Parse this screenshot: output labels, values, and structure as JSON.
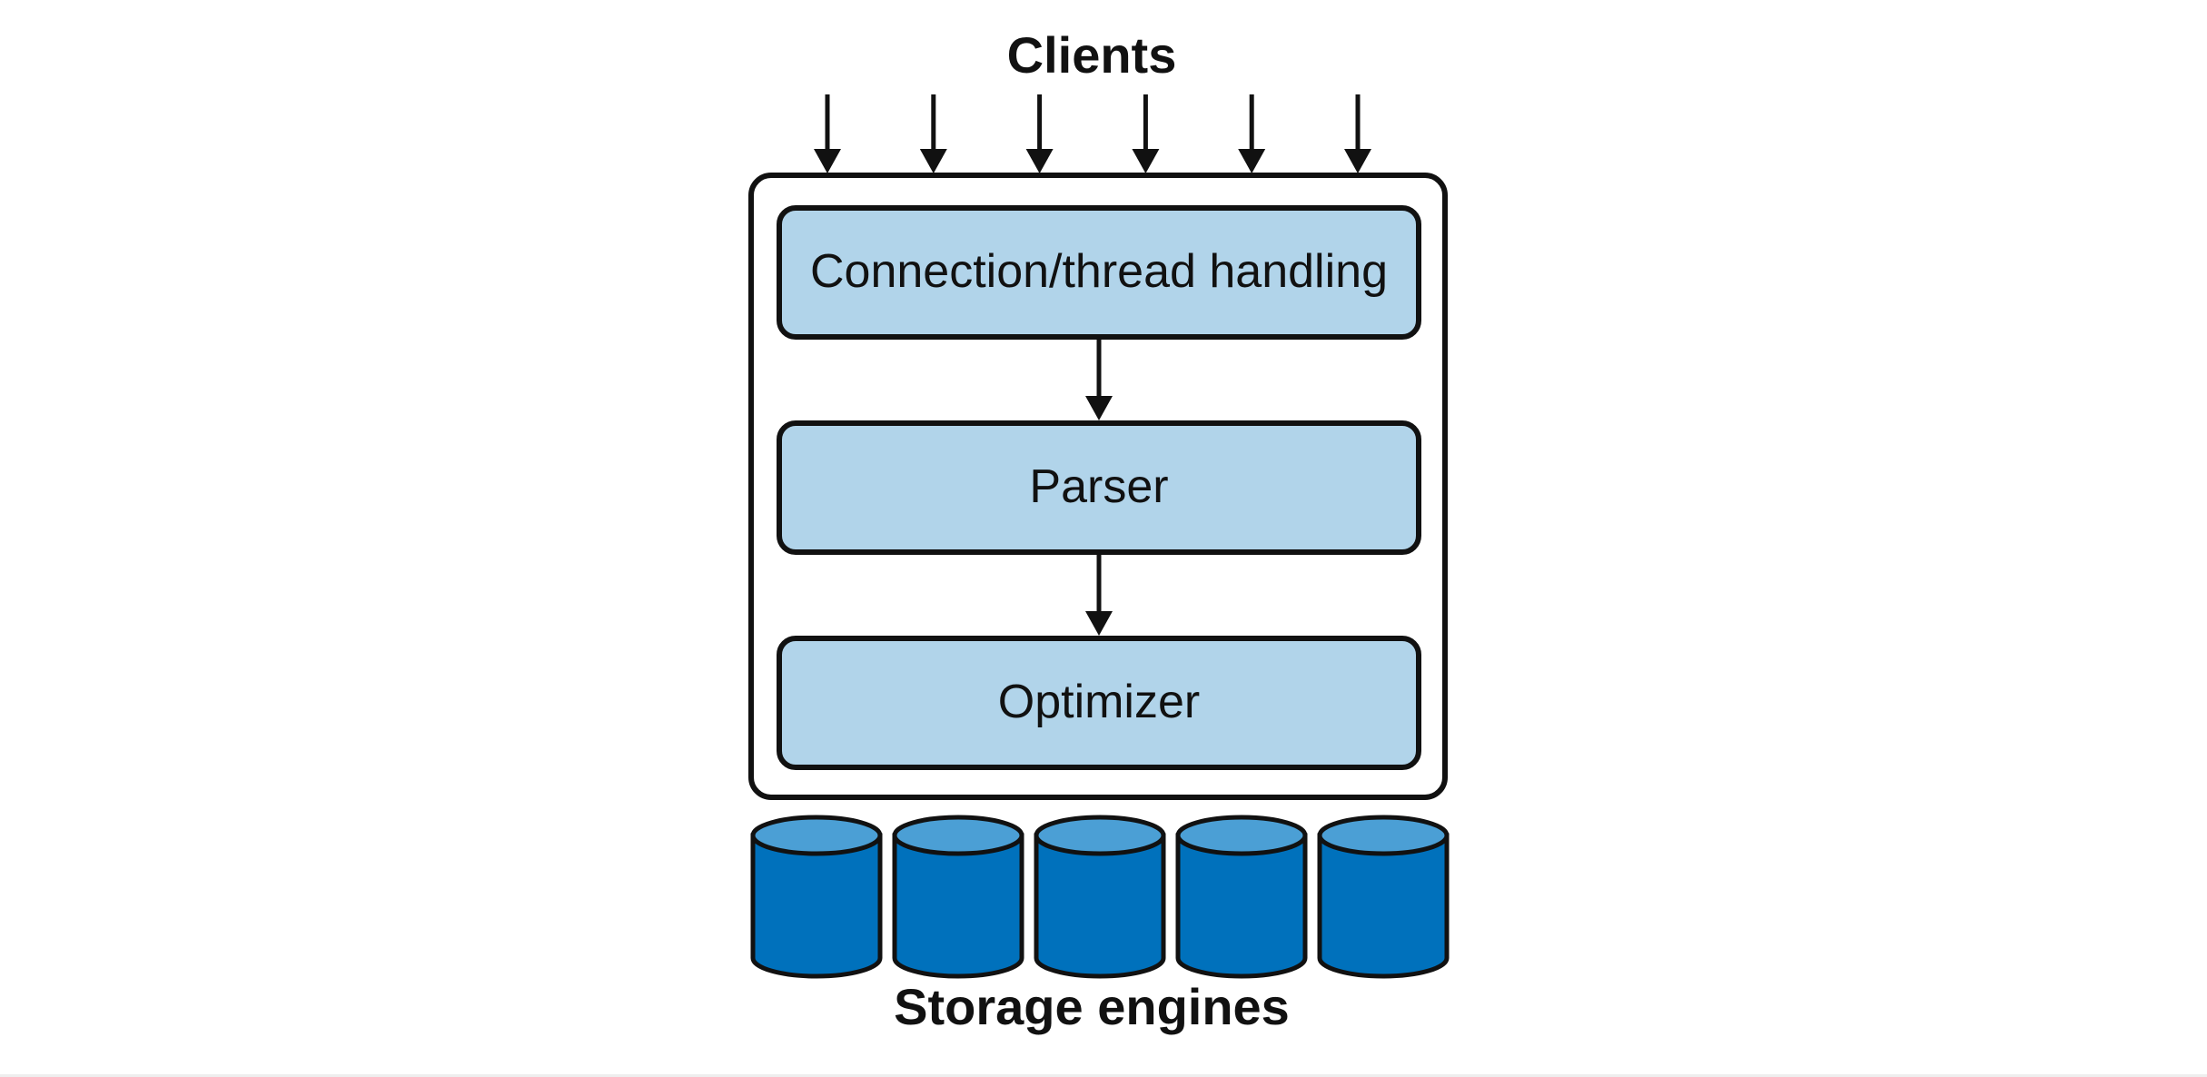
{
  "diagram": {
    "clients_label": "Clients",
    "client_arrow_count": 6,
    "layers": [
      {
        "label": "Connection/thread handling"
      },
      {
        "label": "Parser"
      },
      {
        "label": "Optimizer"
      }
    ],
    "storage_label": "Storage engines",
    "storage_engine_count": 5,
    "colors": {
      "layer_fill": "#b1d4ea",
      "outline": "#111111",
      "cylinder_body": "#0071bc",
      "cylinder_top": "#4b9fd5",
      "background": "#ffffff"
    }
  }
}
